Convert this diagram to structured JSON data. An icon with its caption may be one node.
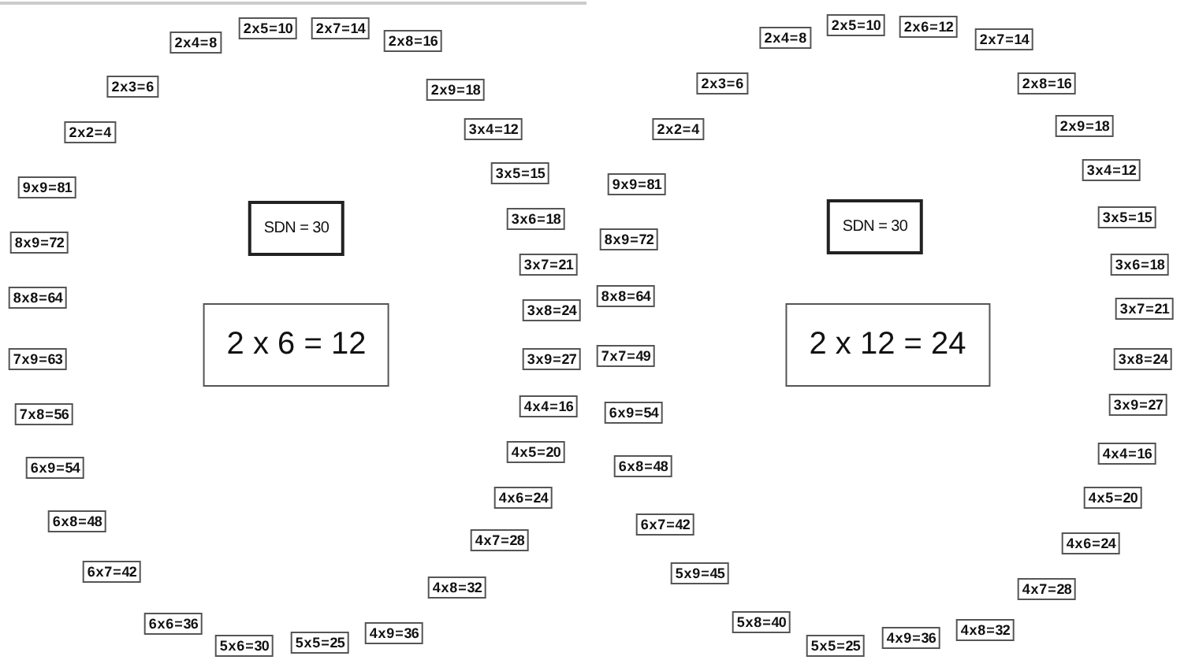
{
  "diagram": {
    "nodes": [
      {
        "text": [
          "2 x 4 = 8"
        ]
      },
      {
        "text": [
          "2 x 5 = 10"
        ]
      },
      {
        "text": [
          "2 x 7 = 14"
        ]
      },
      {
        "text": [
          "2 x 8 = 16"
        ]
      },
      {
        "text": [
          "2 x 3 = 6"
        ]
      },
      {
        "text": [
          "2 x 9 = 18"
        ]
      },
      {
        "text": [
          "2 x 2 = 4"
        ]
      },
      {
        "text": [
          "3 x 4 = 12"
        ]
      },
      {
        "text": [
          "9 x 9 = 81"
        ]
      },
      {
        "text": [
          "3 x 5 = 15"
        ]
      },
      {
        "text": [
          "8 x 9 = 72"
        ]
      },
      {
        "text": [
          "SDN = 30"
        ]
      },
      {
        "text": [
          "3 x 6 = 18"
        ]
      },
      {
        "text": [
          "8 x 8 = 64"
        ]
      },
      {
        "text": [
          "3 x 7 = 21"
        ]
      },
      {
        "text": [
          "3 x 8 = 24"
        ]
      },
      {
        "text": [
          "2 x 6 = 12"
        ]
      },
      {
        "text": [
          "7 x 9 = 63"
        ]
      },
      {
        "text": [
          "3 x 9 = 27"
        ]
      },
      {
        "text": [
          "7 x 8 = 56"
        ]
      },
      {
        "text": [
          "4 x 4 = 16"
        ]
      },
      {
        "text": [
          "6 x 9 = 54"
        ]
      },
      {
        "text": [
          "4 x 5 = 20"
        ]
      },
      {
        "text": [
          "6 x 8 = 48"
        ]
      },
      {
        "text": [
          "4 x 6 = 24"
        ]
      },
      {
        "text": [
          "6 x 7 = 42"
        ]
      },
      {
        "text": [
          "4 x 7 = 28"
        ]
      },
      {
        "text": [
          "6 x 6 = 36"
        ]
      },
      {
        "text": [
          "4 x 8 = 32"
        ]
      },
      {
        "text": [
          "5 x 6 = 30"
        ]
      },
      {
        "text": [
          "5 x 5 = 25"
        ]
      },
      {
        "text": [
          "4 x 9 = 36"
        ]
      },
      {
        "text": [
          "2 x 4 = 8"
        ]
      },
      {
        "text": [
          "2 x 5 = 10"
        ]
      },
      {
        "text": [
          "2 x 6 = 12"
        ]
      },
      {
        "text": [
          "2 x 7 = 14"
        ]
      },
      {
        "text": [
          "2 x 3 = 6"
        ]
      },
      {
        "text": [
          "2 x 8 = 16"
        ]
      },
      {
        "text": [
          "2 x 2 = 4"
        ]
      },
      {
        "text": [
          "2 x 9 = 18"
        ]
      },
      {
        "text": [
          "9 x 9 = 81"
        ]
      },
      {
        "text": [
          "3 x 4 = 12"
        ]
      },
      {
        "text": [
          "8 x 9 = 72"
        ]
      },
      {
        "text": [
          "SDN = 30"
        ]
      },
      {
        "text": [
          "3 x 5 = 15"
        ]
      },
      {
        "text": [
          "8 x 8 = 64"
        ]
      },
      {
        "text": [
          "3 x 6 = 18"
        ]
      },
      {
        "text": [
          "3 x 7 = 21"
        ]
      },
      {
        "text": [
          "2 x 12 = 24"
        ]
      },
      {
        "text": [
          "7 x 7 = 49"
        ]
      },
      {
        "text": [
          "3 x 8 = 24"
        ]
      },
      {
        "text": [
          "6 x 9 = 54"
        ]
      },
      {
        "text": [
          "3 x 9 = 27"
        ]
      },
      {
        "text": [
          "6 x 8 = 48"
        ]
      },
      {
        "text": [
          "4 x 4 = 16"
        ]
      },
      {
        "text": [
          "6 x 7 = 42"
        ]
      },
      {
        "text": [
          "4 x 5 = 20"
        ]
      },
      {
        "text": [
          "5 x 9 = 45"
        ]
      },
      {
        "text": [
          "4 x 6 = 24"
        ]
      },
      {
        "text": [
          "5 x 8 = 40"
        ]
      },
      {
        "text": [
          "4 x 7 = 28"
        ]
      },
      {
        "text": [
          "5 x 5 = 25"
        ]
      },
      {
        "text": [
          "4 x 9 = 36"
        ]
      },
      {
        "text": [
          "4 x 8 = 32"
        ]
      }
    ]
  }
}
